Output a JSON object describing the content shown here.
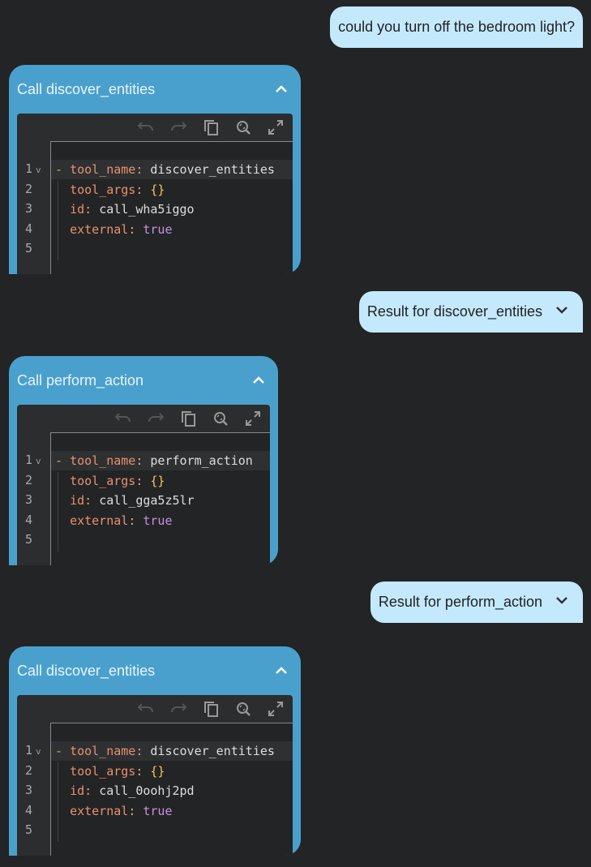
{
  "messages": [
    {
      "role": "user",
      "text": "could you turn off the bedroom light?"
    },
    {
      "role": "assistant",
      "title": "Call discover_entities",
      "lines": {
        "tool_name": "discover_entities",
        "tool_args": "{}",
        "id": "call_wha5iggo",
        "external": "true"
      }
    },
    {
      "role": "user",
      "text": "Result for discover_entities"
    },
    {
      "role": "assistant",
      "title": "Call perform_action",
      "lines": {
        "tool_name": "perform_action",
        "tool_args": "{}",
        "id": "call_gga5z5lr",
        "external": "true"
      }
    },
    {
      "role": "user",
      "text": "Result for perform_action"
    },
    {
      "role": "assistant",
      "title": "Call discover_entities",
      "lines": {
        "tool_name": "discover_entities",
        "tool_args": "{}",
        "id": "call_0oohj2pd",
        "external": "true"
      }
    }
  ],
  "keys": {
    "dash": "-",
    "tool_name": "tool_name",
    "tool_args": "tool_args",
    "id": "id",
    "external": "external",
    "colon": ":"
  },
  "line_numbers": [
    "1",
    "2",
    "3",
    "4",
    "5"
  ],
  "icons": [
    "undo-icon",
    "redo-icon",
    "copy-icon",
    "search-replace-icon",
    "fullscreen-icon",
    "chevron-up-icon",
    "chevron-down-icon"
  ]
}
